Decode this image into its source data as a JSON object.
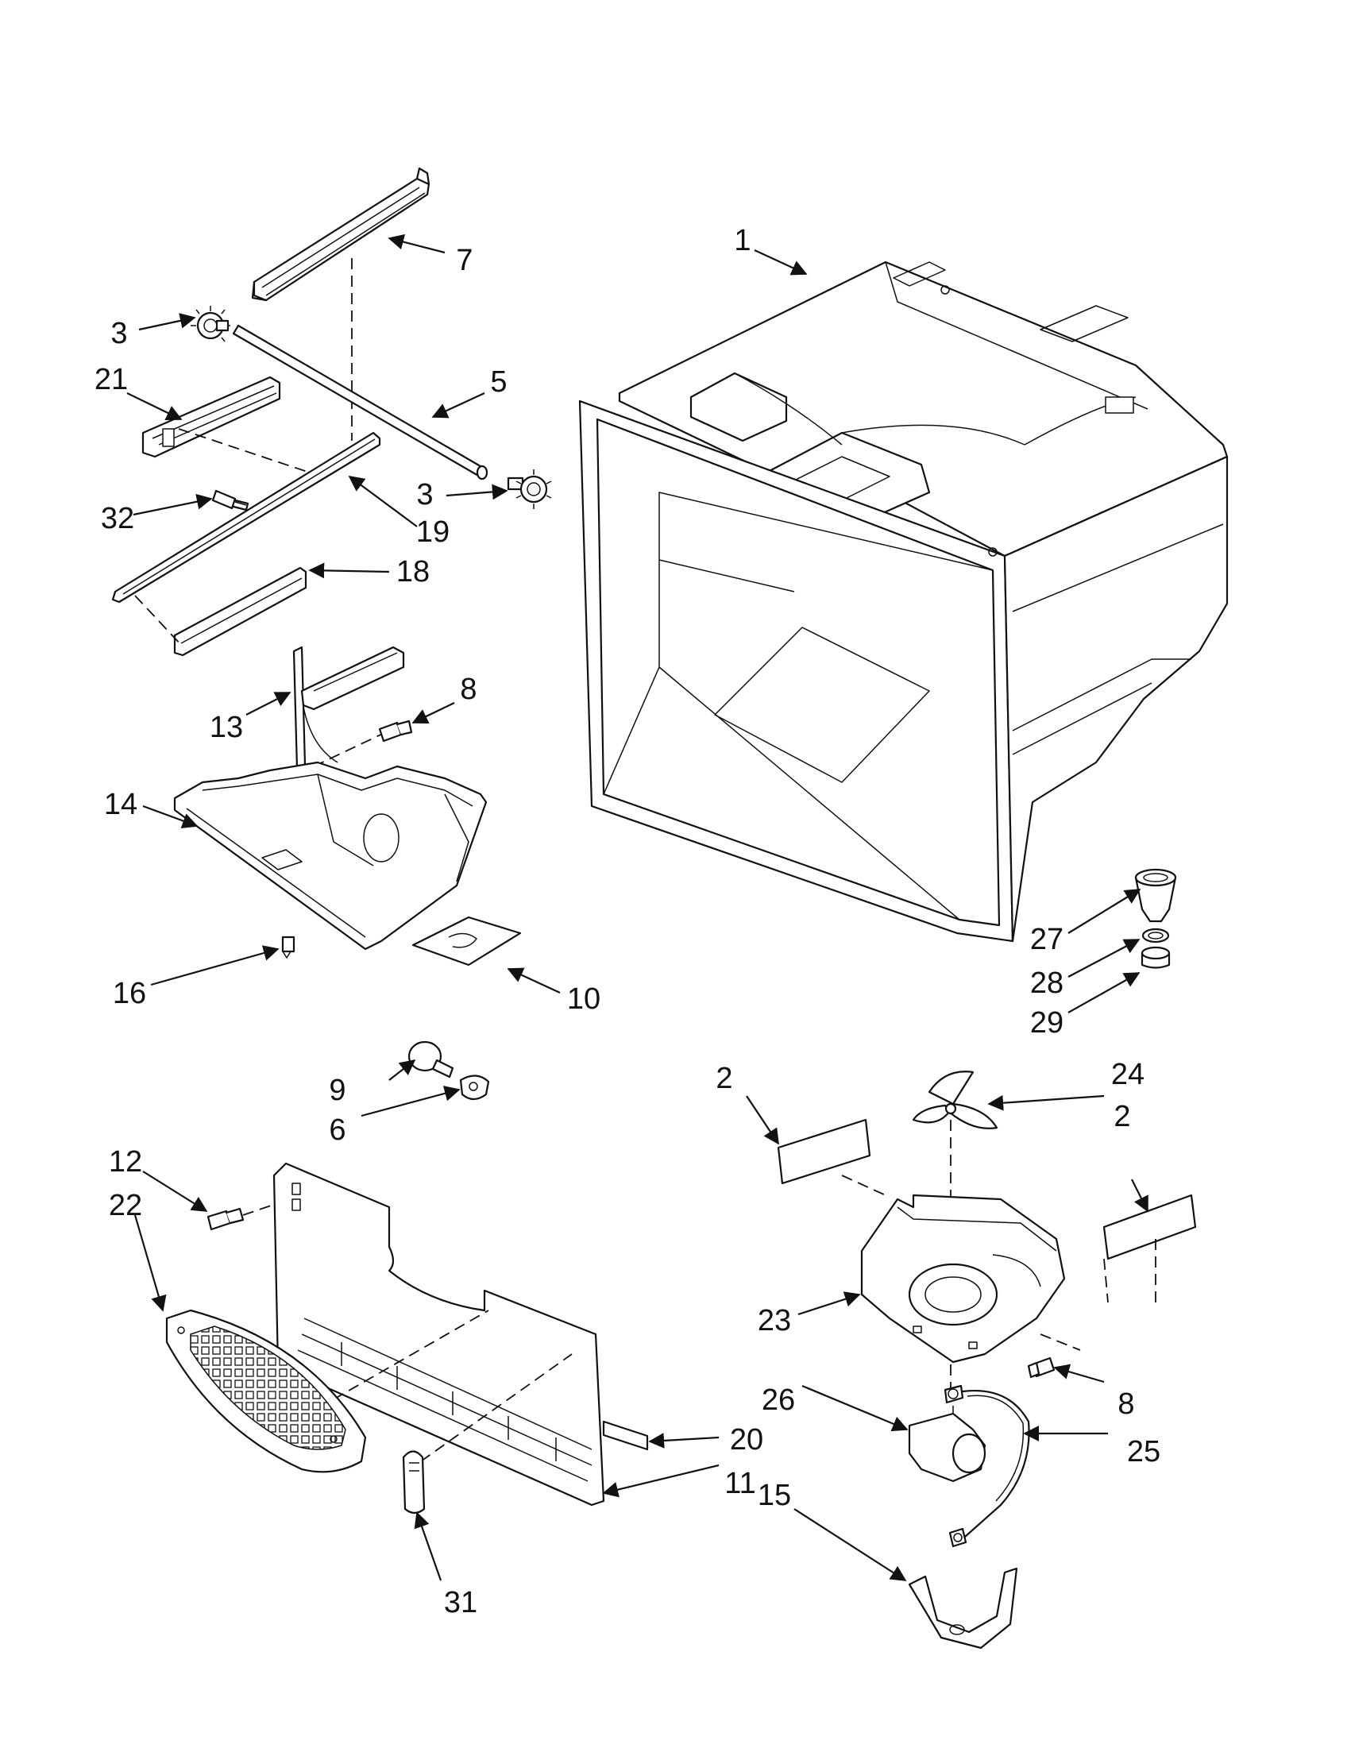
{
  "callouts": {
    "c1": "1",
    "c2a": "2",
    "c2b": "2",
    "c3a": "3",
    "c3b": "3",
    "c5": "5",
    "c6": "6",
    "c7": "7",
    "c8a": "8",
    "c8b": "8",
    "c9": "9",
    "c10": "10",
    "c11": "11",
    "c12": "12",
    "c13": "13",
    "c14": "14",
    "c15": "15",
    "c16": "16",
    "c18": "18",
    "c19": "19",
    "c20": "20",
    "c21": "21",
    "c22": "22",
    "c23": "23",
    "c24": "24",
    "c25": "25",
    "c26": "26",
    "c27": "27",
    "c28": "28",
    "c29": "29",
    "c31": "31",
    "c32": "32"
  }
}
